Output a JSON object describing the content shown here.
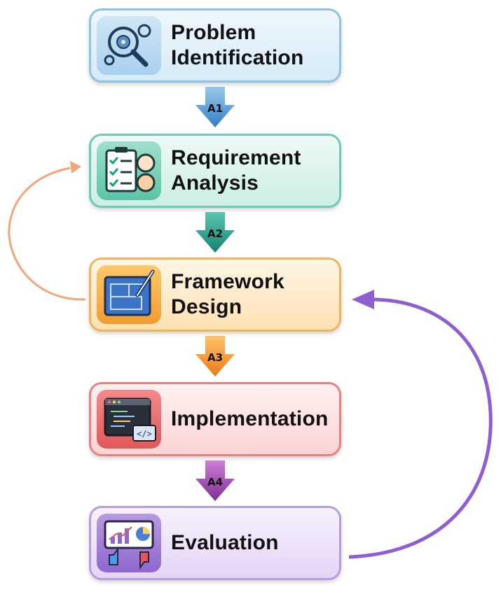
{
  "steps": [
    {
      "line1": "Problem",
      "line2": "Identification",
      "icon": "magnifier-gears-icon"
    },
    {
      "line1": "Requirement",
      "line2": "Analysis",
      "icon": "checklist-users-icon"
    },
    {
      "line1": "Framework",
      "line2": "Design",
      "icon": "blueprint-pencil-icon"
    },
    {
      "line1": "Implementation",
      "line2": "",
      "icon": "code-window-icon"
    },
    {
      "line1": "Evaluation",
      "line2": "",
      "icon": "chart-thumbs-icon"
    }
  ],
  "arrows": [
    "A1",
    "A2",
    "A3",
    "A4"
  ],
  "colors": {
    "arrow_a1": "#3f8fcf",
    "arrow_a2": "#1f9c86",
    "arrow_a3": "#f08a24",
    "arrow_a4": "#9a3fae",
    "feedback_orange": "#f4a57a",
    "feedback_purple": "#8d5fd3"
  }
}
